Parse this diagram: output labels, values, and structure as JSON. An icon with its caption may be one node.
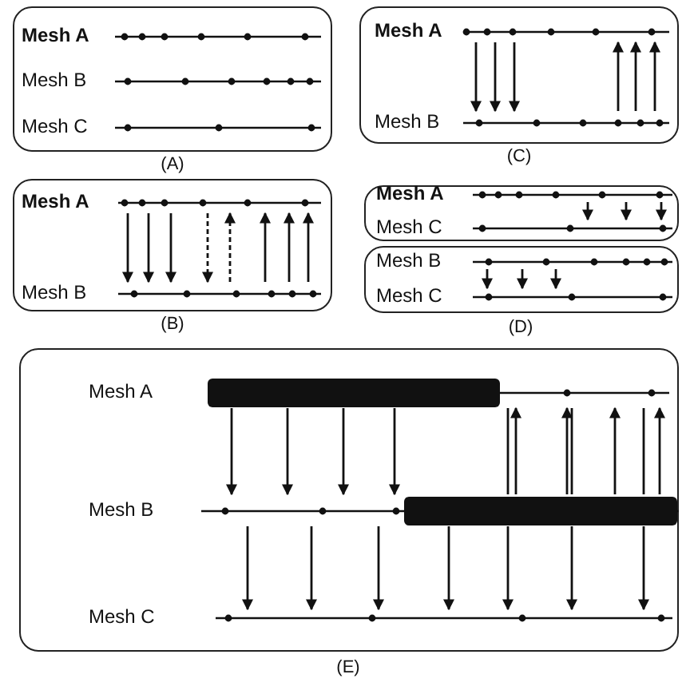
{
  "diagram": {
    "nodes": [
      {
        "text": [],
        "shape": "box",
        "beside": [
          "(A)"
        ]
      },
      {
        "text": [
          "Mesh A"
        ],
        "in": 0
      },
      {
        "text": [
          "Mesh B"
        ],
        "in": 0
      },
      {
        "text": [
          "Mesh C"
        ],
        "in": 0
      },
      {
        "text": [],
        "shape": "box",
        "beside": [
          "(C)"
        ]
      },
      {
        "text": [
          "Mesh A"
        ],
        "in": 4
      },
      {
        "text": [
          "Mesh B"
        ],
        "in": 4
      },
      {
        "text": [],
        "shape": "box",
        "beside": [
          "(B)"
        ]
      },
      {
        "text": [
          "Mesh A"
        ],
        "in": 7
      },
      {
        "text": [
          "Mesh B"
        ],
        "in": 7
      },
      {
        "text": [],
        "shape": "box"
      },
      {
        "text": [
          "Mesh A"
        ],
        "in": 10
      },
      {
        "text": [
          "Mesh C"
        ],
        "in": 10
      },
      {
        "text": [],
        "shape": "box",
        "beside": [
          "(D)"
        ]
      },
      {
        "text": [
          "Mesh B"
        ],
        "in": 13
      },
      {
        "text": [
          "Mesh C"
        ],
        "in": 13
      },
      {
        "text": [],
        "shape": "box",
        "beside": [
          "(E)"
        ]
      },
      {
        "text": [
          "Mesh A"
        ],
        "in": 16
      },
      {
        "text": [
          "Mesh B"
        ],
        "in": 16
      },
      {
        "text": [
          "Mesh C"
        ],
        "in": 16
      }
    ],
    "edges": [
      {
        "from": 5,
        "to": 6,
        "arrow": "to"
      },
      {
        "from": 5,
        "to": 6,
        "arrow": "to"
      },
      {
        "from": 5,
        "to": 6,
        "arrow": "to"
      },
      {
        "from": 6,
        "to": 5,
        "arrow": "to"
      },
      {
        "from": 6,
        "to": 5,
        "arrow": "to"
      },
      {
        "from": 6,
        "to": 5,
        "arrow": "to"
      },
      {
        "from": 8,
        "to": 9,
        "arrow": "to"
      },
      {
        "from": 8,
        "to": 9,
        "arrow": "to"
      },
      {
        "from": 8,
        "to": 9,
        "arrow": "to"
      },
      {
        "from": 8,
        "to": 9,
        "arrow": "to",
        "style": "dashed"
      },
      {
        "from": 9,
        "to": 8,
        "arrow": "to",
        "style": "dashed"
      },
      {
        "from": 9,
        "to": 8,
        "arrow": "to"
      },
      {
        "from": 9,
        "to": 8,
        "arrow": "to"
      },
      {
        "from": 9,
        "to": 8,
        "arrow": "to"
      },
      {
        "from": 11,
        "to": 12,
        "arrow": "to"
      },
      {
        "from": 11,
        "to": 12,
        "arrow": "to"
      },
      {
        "from": 11,
        "to": 12,
        "arrow": "to"
      },
      {
        "from": 14,
        "to": 15,
        "arrow": "to"
      },
      {
        "from": 14,
        "to": 15,
        "arrow": "to"
      },
      {
        "from": 14,
        "to": 15,
        "arrow": "to"
      },
      {
        "from": 17,
        "to": 18,
        "arrow": "to"
      },
      {
        "from": 17,
        "to": 18,
        "arrow": "to"
      },
      {
        "from": 17,
        "to": 18,
        "arrow": "to"
      },
      {
        "from": 17,
        "to": 18,
        "arrow": "to"
      },
      {
        "from": 18,
        "to": 17,
        "arrow": "to"
      },
      {
        "from": 18,
        "to": 17,
        "arrow": "to"
      },
      {
        "from": 18,
        "to": 17,
        "arrow": "to"
      },
      {
        "from": 18,
        "to": 17,
        "arrow": "to"
      },
      {
        "from": 17,
        "to": 18,
        "arrow": "none"
      },
      {
        "from": 17,
        "to": 18,
        "arrow": "none"
      },
      {
        "from": 17,
        "to": 18,
        "arrow": "none"
      },
      {
        "from": 18,
        "to": 19,
        "arrow": "to"
      },
      {
        "from": 18,
        "to": 19,
        "arrow": "to"
      },
      {
        "from": 18,
        "to": 19,
        "arrow": "to"
      },
      {
        "from": 18,
        "to": 19,
        "arrow": "to"
      },
      {
        "from": 18,
        "to": 19,
        "arrow": "to"
      },
      {
        "from": 18,
        "to": 19,
        "arrow": "to"
      },
      {
        "from": 18,
        "to": 19,
        "arrow": "to"
      }
    ]
  }
}
